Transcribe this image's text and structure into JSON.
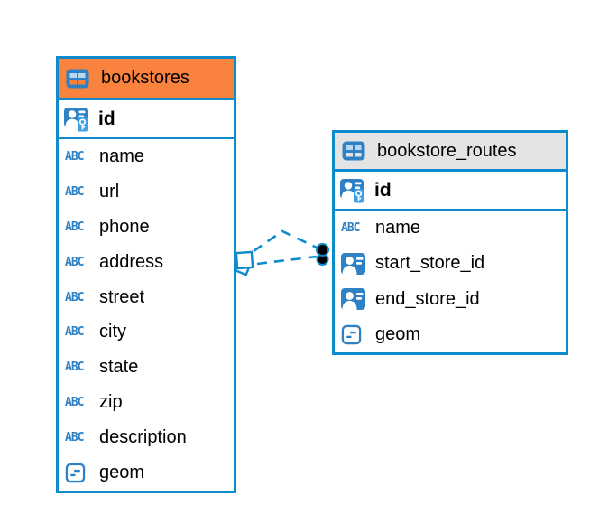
{
  "icons": {
    "abc_text": "ABC"
  },
  "colors": {
    "table_border": "#0d8bcd",
    "bookstores_header": "#f9823e",
    "routes_header": "#e4e4e4",
    "icon_blue": "#2e81c4",
    "connector_line": "#0d8bcd",
    "connector_dot_fill": "#000000"
  },
  "tables": [
    {
      "name": "bookstores",
      "primary_key": "id",
      "columns": [
        "name",
        "url",
        "phone",
        "address",
        "street",
        "city",
        "state",
        "zip",
        "description",
        "geom"
      ]
    },
    {
      "name": "bookstore_routes",
      "primary_key": "id",
      "columns": [
        "name",
        "start_store_id",
        "end_store_id",
        "geom"
      ]
    }
  ],
  "relationships": {
    "from_table": "bookstores",
    "to_table": "bookstore_routes",
    "line_style": "dashed",
    "line_count": 2,
    "from_marker": "overlapping-squares",
    "to_marker": "filled-dots"
  }
}
